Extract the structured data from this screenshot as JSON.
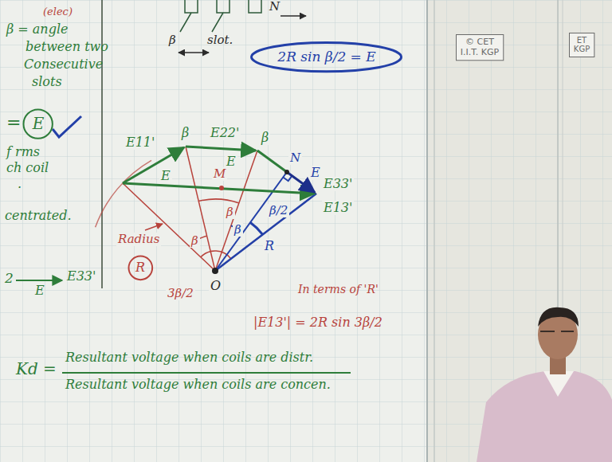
{
  "diagram": {
    "nodes": [
      {
        "text": [
          "2R sin β/2 = E"
        ]
      },
      {
        "text": [
          "E"
        ]
      },
      {
        "text": [
          "R"
        ]
      },
      {
        "text": [
          "© CET",
          "I.I.T. KGP"
        ]
      },
      {
        "text": [
          "ET",
          "KGP"
        ]
      }
    ],
    "labels": [
      "(elec)",
      "β = angle",
      "between two",
      "Consecutive",
      "slots",
      "=",
      "f rms",
      "ch coil",
      ".",
      "centrated.",
      "2",
      "E33'",
      "E",
      "β",
      "slot.",
      "N",
      "E11'",
      "E",
      "β",
      "E22'",
      "E",
      "β",
      "N",
      "E",
      "E33'",
      "E13'",
      "M",
      "β",
      "β",
      "β",
      "β/2",
      "R",
      "Radius",
      "3β/2",
      "O",
      "In terms of 'R'",
      "|E13'| = 2R sin 3β/2",
      "Kd =",
      "Resultant voltage when coils are distr.",
      "Resultant voltage when coils are concen."
    ]
  }
}
